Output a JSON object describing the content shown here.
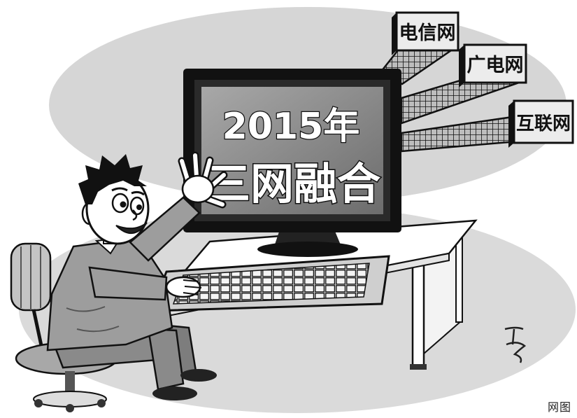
{
  "screen": {
    "year": "2015年",
    "headline": "三网融合"
  },
  "networks": [
    {
      "label": "电信网"
    },
    {
      "label": "广电网"
    },
    {
      "label": "互联网"
    }
  ],
  "credit": "网图",
  "colors": {
    "background": "#ffffff",
    "oval_upper": "#d6d6d6",
    "oval_lower": "#dadada",
    "frame": "#111111",
    "clothing": "#9d9d9d",
    "pants": "#8a8a8a",
    "hair": "#111111"
  }
}
